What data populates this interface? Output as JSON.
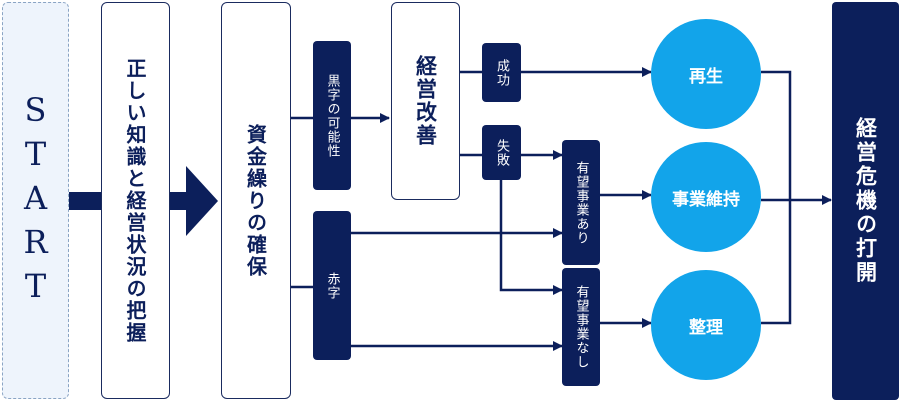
{
  "start": {
    "label": "START"
  },
  "steps": {
    "understand": "正しい知識と経営状況の把握",
    "cashflow": "資金繰りの確保",
    "improve": "経営改善"
  },
  "branches": {
    "profit_possible": "黒字の可能性",
    "deficit": "赤字",
    "success": "成功",
    "failure": "失敗",
    "promising_yes": "有望事業あり",
    "promising_no": "有望事業なし"
  },
  "outcomes": {
    "revival": "再生",
    "maintain": "事業維持",
    "liquidation": "整理"
  },
  "final": {
    "label": "経営危機の打開"
  },
  "colors": {
    "navy": "#0c1f5b",
    "accent_blue": "#12a4ea",
    "start_bg": "#eef4fc"
  }
}
